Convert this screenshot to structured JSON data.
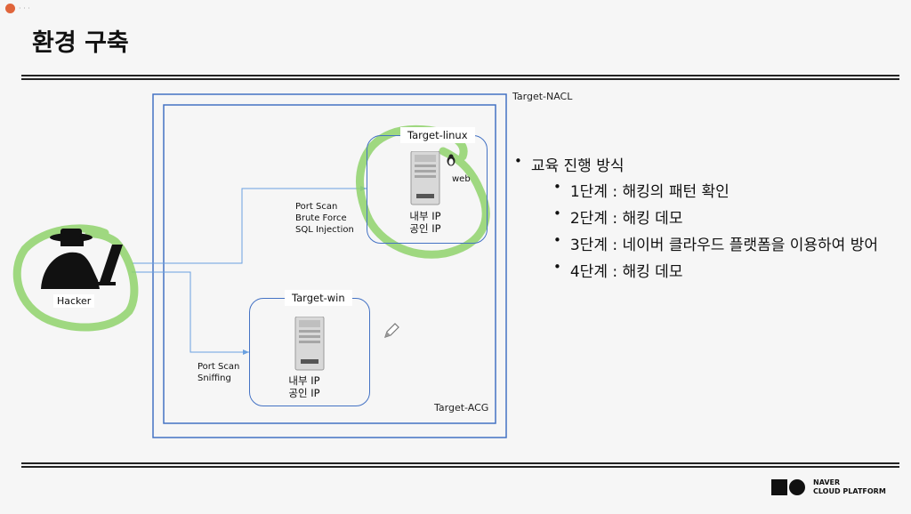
{
  "slide": {
    "title": "환경 구축"
  },
  "diagram": {
    "nacl_label": "Target-NACL",
    "acg_label": "Target-ACG",
    "linux": {
      "title": "Target-linux",
      "web_label": "web",
      "ip_internal": "내부 IP",
      "ip_public": "공인 IP"
    },
    "win": {
      "title": "Target-win",
      "ip_internal": "내부 IP",
      "ip_public": "공인 IP"
    },
    "attack_linux": [
      "Port Scan",
      "Brute Force",
      "SQL Injection"
    ],
    "attack_win": [
      "Port Scan",
      "Sniffing"
    ],
    "hacker_label": "Hacker"
  },
  "bullets": {
    "main": "교육 진행 방식",
    "steps": [
      "1단계 : 해킹의 패턴 확인",
      "2단계 : 해킹 데모",
      "3단계 : 네이버 클라우드 플랫폼을 이용하여 방어",
      "4단계 : 해킹 데모"
    ]
  },
  "logo": {
    "line1": "NAVER",
    "line2": "CLOUD PLATFORM"
  },
  "colors": {
    "line": "#4472c4",
    "highlight": "#8fd26b",
    "record": "#e0653b"
  },
  "icons": [
    "record-dot-icon",
    "server-icon",
    "linux-penguin-icon",
    "hacker-icon",
    "pen-icon",
    "naver-logo-icon"
  ]
}
